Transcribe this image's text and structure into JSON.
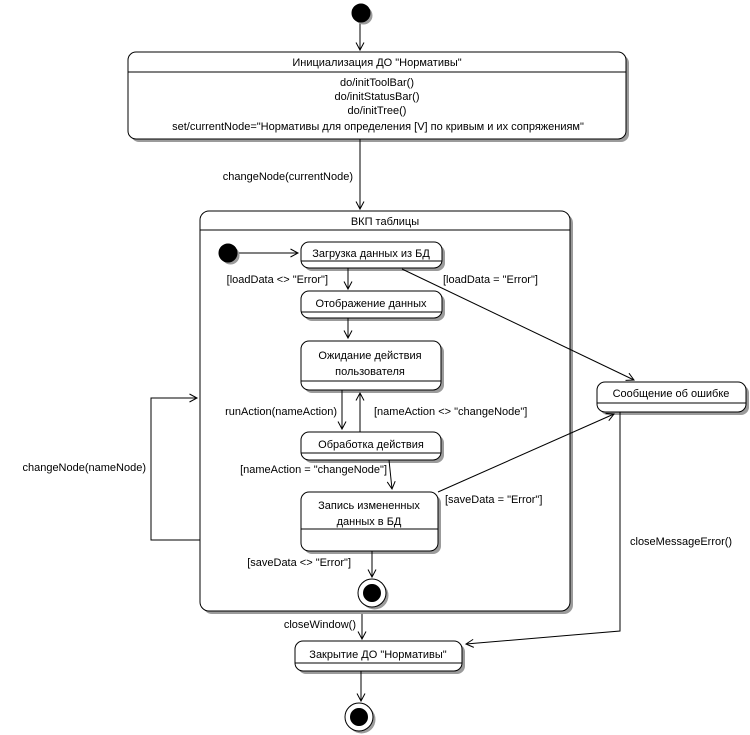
{
  "colors": {
    "background": "#ffffff",
    "line": "#000000",
    "state_fill": "#ffffff",
    "shadow": "#9b9b9b"
  },
  "diagram": {
    "states": {
      "init": {
        "title": "Инициализация ДО \"Нормативы\"",
        "action1": "do/initToolBar()",
        "action2": "do/initStatusBar()",
        "action3": "do/initTree()",
        "action4": "set/currentNode=\"Нормативы для определения [V] по кривым и их сопряжениям\""
      },
      "composite": {
        "title": "ВКП таблицы"
      },
      "load_data": {
        "title": "Загрузка данных из БД"
      },
      "display_data": {
        "title": "Отображение данных"
      },
      "wait_user": {
        "line1": "Ожидание действия",
        "line2": "пользователя"
      },
      "process_action": {
        "title": "Обработка действия"
      },
      "save_data": {
        "line1": "Запись измененных",
        "line2": "данных в БД"
      },
      "error_message": {
        "title": "Сообщение об ошибке"
      },
      "close_do": {
        "title": "Закрытие ДО \"Нормативы\""
      }
    },
    "transitions": {
      "change_current_node": "changeNode(currentNode)",
      "load_ok": "[loadData <> \"Error\"]",
      "load_error": "[loadData = \"Error\"]",
      "run_action": "runAction(nameAction)",
      "action_not_change": "[nameAction <> \"changeNode\"]",
      "action_change": "[nameAction = \"changeNode\"]",
      "save_error": "[saveData = \"Error\"]",
      "save_ok": "[saveData <> \"Error\"]",
      "change_name_node": "changeNode(nameNode)",
      "close_window": "closeWindow()",
      "close_message_error": "closeMessageError()"
    }
  }
}
